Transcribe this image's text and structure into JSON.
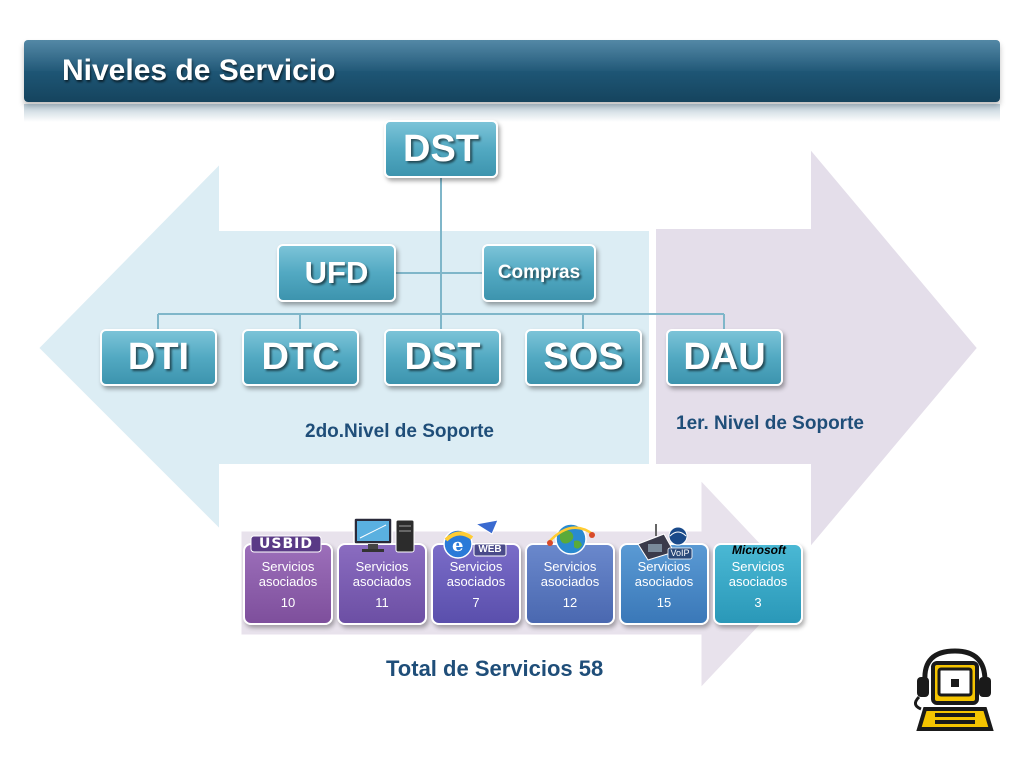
{
  "header": {
    "title": "Niveles de Servicio"
  },
  "org": {
    "top": "DST",
    "middle": [
      "UFD",
      "Compras"
    ],
    "bottom": [
      "DTI",
      "DTC",
      "DST",
      "SOS",
      "DAU"
    ]
  },
  "levels": {
    "second": "2do.Nivel de Soporte",
    "first": "1er. Nivel de Soporte"
  },
  "services": [
    {
      "label1": "Servicios",
      "label2": "asociados",
      "count": "10",
      "icon": "usbid-logo",
      "icon_text": "USBID",
      "color": "#8a5aa8"
    },
    {
      "label1": "Servicios",
      "label2": "asociados",
      "count": "11",
      "icon": "computer-icon",
      "color": "#7a5ab0"
    },
    {
      "label1": "Servicios",
      "label2": "asociados",
      "count": "7",
      "icon": "web-icon",
      "icon_text": "WEB",
      "color": "#6a5ab8"
    },
    {
      "label1": "Servicios",
      "label2": "asociados",
      "count": "12",
      "icon": "globe-network-icon",
      "color": "#5a78c0"
    },
    {
      "label1": "Servicios",
      "label2": "asociados",
      "count": "15",
      "icon": "voip-phone-icon",
      "icon_text": "VoIP",
      "color": "#4a8ac8"
    },
    {
      "label1": "Servicios",
      "label2": "asociados",
      "count": "3",
      "icon": "microsoft-logo",
      "icon_text": "Microsoft",
      "color": "#3aa8c8"
    }
  ],
  "total": "Total de Servicios 58",
  "colors": {
    "box": "#52a9c2",
    "left_arrow": "#dcedf4",
    "right_arrow": "#e4deea",
    "bottom_arrow": "#e8e2ec",
    "text_blue": "#1f4e79"
  }
}
